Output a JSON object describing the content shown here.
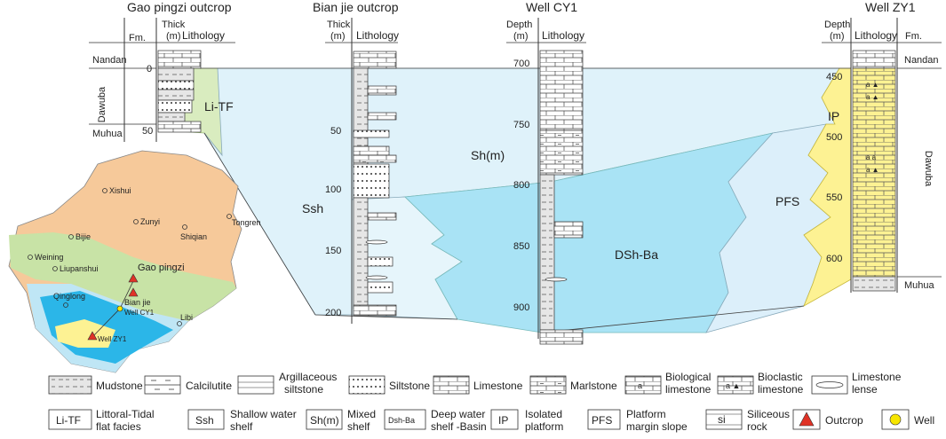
{
  "sections": {
    "gao": {
      "title": "Gao pingzi outcrop",
      "fm_header": "Fm.",
      "thick_header": "Thick\n(m)",
      "lith_header": "Lithology",
      "formations": [
        "Nandan",
        "Dawuba",
        "Muhua"
      ],
      "ticks": [
        "0",
        "50"
      ]
    },
    "bian": {
      "title": "Bian jie outcrop",
      "thick_header": "Thick\n(m)",
      "lith_header": "Lithology",
      "ticks": [
        "50",
        "100",
        "150",
        "200"
      ]
    },
    "cy1": {
      "title": "Well CY1",
      "depth_header": "Depth\n(m)",
      "lith_header": "Lithology",
      "ticks": [
        "700",
        "750",
        "800",
        "850",
        "900"
      ]
    },
    "zy1": {
      "title": "Well ZY1",
      "depth_header": "Depth\n(m)",
      "lith_header": "Lithology",
      "fm_header": "Fm.",
      "formations": [
        "Nandan",
        "Dawuba",
        "Muhua"
      ],
      "ticks": [
        "450",
        "500",
        "550",
        "600"
      ]
    }
  },
  "facies_labels": [
    "Li-TF",
    "Ssh",
    "Sh(m)",
    "DSh-Ba",
    "PFS",
    "IP"
  ],
  "map": {
    "cities": [
      "Xishui",
      "Zunyi",
      "Tongren",
      "Bijie",
      "Shiqian",
      "Weining",
      "Liupanshui",
      "Gao pingzi",
      "Qinglong",
      "Bian jie",
      "Well CY1",
      "Libi",
      "Well ZY1"
    ],
    "colors": {
      "land": "#f6c99a",
      "shelf_green": "#c8e3a6",
      "shelf_light": "#bfe6f5",
      "basin": "#2bb6e8",
      "platform": "#fdf293",
      "outcrop": "#e03226",
      "well": "#f7e600"
    }
  },
  "legend_row1": [
    {
      "icon": "mudstone",
      "label": "Mudstone"
    },
    {
      "icon": "calcilutite",
      "label": "Calcilutite"
    },
    {
      "icon": "argillaceous-siltstone",
      "label": "Argillaceous\nsiltstone"
    },
    {
      "icon": "siltstone",
      "label": "Siltstone"
    },
    {
      "icon": "limestone",
      "label": "Limestone"
    },
    {
      "icon": "marlstone",
      "label": "Marlstone"
    },
    {
      "icon": "biological-limestone",
      "label": "Biological\nlimestone"
    },
    {
      "icon": "bioclastic-limestone",
      "label": "Bioclastic\nlimestone"
    },
    {
      "icon": "limestone-lense",
      "label": "Limestone\nlense"
    }
  ],
  "legend_row2": [
    {
      "code": "Li-TF",
      "label": "Littoral-Tidal\nflat facies"
    },
    {
      "code": "Ssh",
      "label": "Shallow water\nshelf"
    },
    {
      "code": "Sh(m)",
      "label": "Mixed\nshelf"
    },
    {
      "code": "Dsh-Ba",
      "label": "Deep water\nshelf -Basin"
    },
    {
      "code": "IP",
      "label": "Isolated\nplatform"
    },
    {
      "code": "PFS",
      "label": "Platform\nmargin slope"
    },
    {
      "code": "si",
      "label": "Siliceous\nrock"
    },
    {
      "code": "outcrop-icon",
      "label": "Outcrop"
    },
    {
      "code": "well-icon",
      "label": "Well"
    }
  ]
}
